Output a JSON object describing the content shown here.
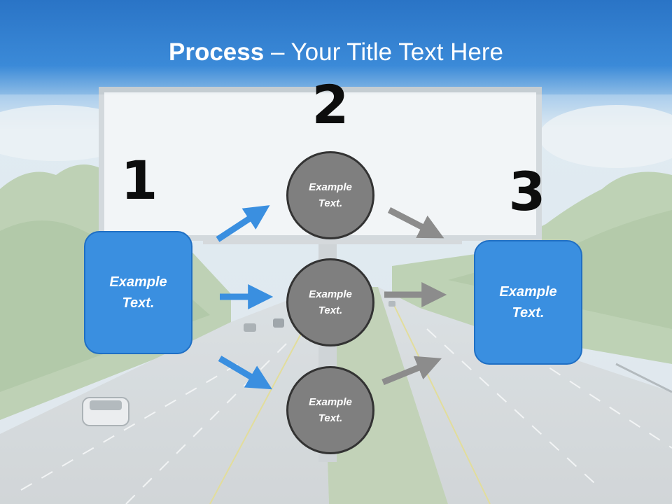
{
  "slide": {
    "title_bold": "Process",
    "title_rest": " – Your Title Text Here"
  },
  "steps": {
    "one": "1",
    "two": "2",
    "three": "3"
  },
  "left_box": {
    "line1": "Example",
    "line2": "Text."
  },
  "right_box": {
    "line1": "Example",
    "line2": "Text."
  },
  "circles": [
    {
      "line1": "Example",
      "line2": "Text."
    },
    {
      "line1": "Example",
      "line2": "Text."
    },
    {
      "line1": "Example",
      "line2": "Text."
    }
  ],
  "colors": {
    "header_blue": "#2f7fd0",
    "box_blue": "#3a8fe0",
    "circle_gray": "#7f7f7f",
    "arrow_blue": "#3a8fe0",
    "arrow_gray": "#8c8c8c"
  }
}
